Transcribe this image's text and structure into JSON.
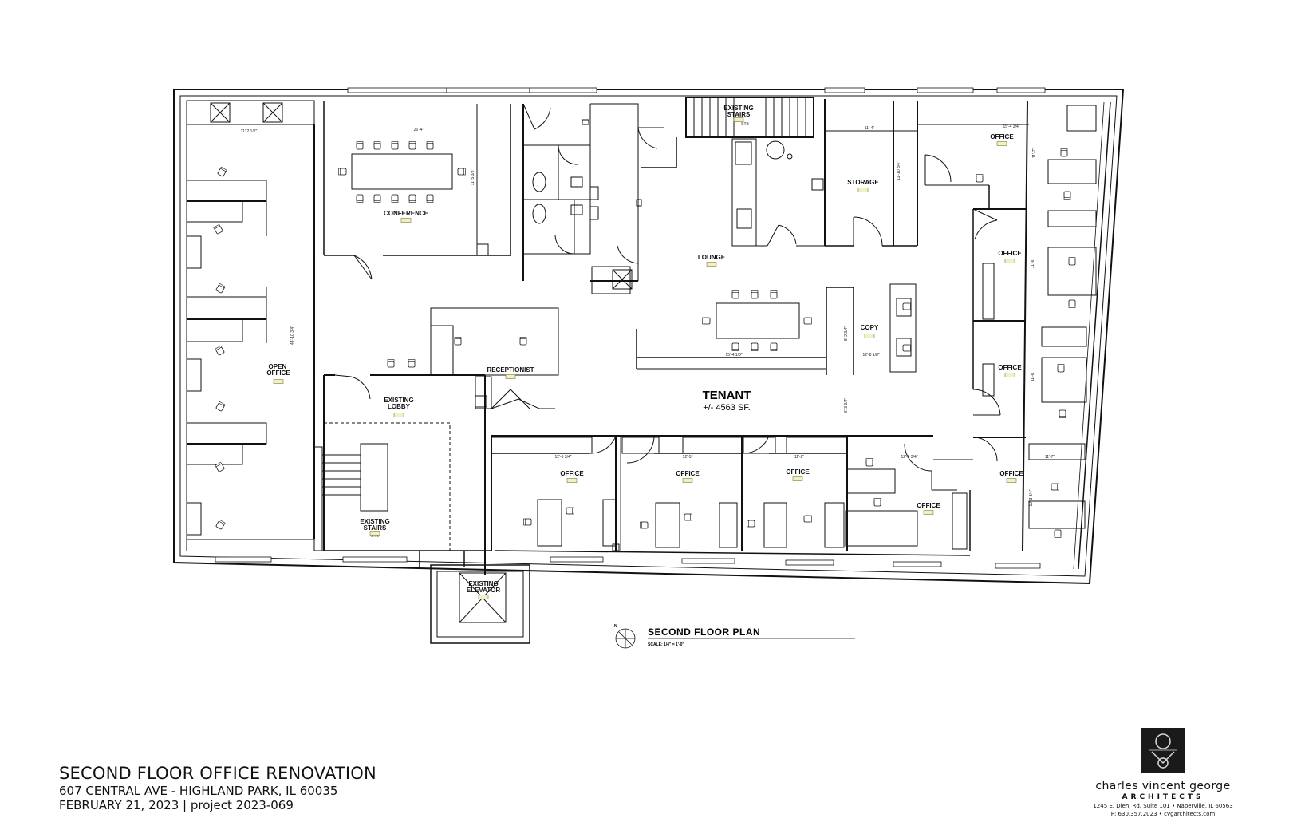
{
  "rooms": {
    "conference": "CONFERENCE",
    "open_office": "OPEN OFFICE",
    "existing_lobby": "EXISTING LOBBY",
    "existing_stairs_north": "EXISTING STAIRS",
    "existing_stairs_south": "EXISTING STAIRS",
    "existing_elevator": "EXISTING ELEVATOR",
    "receptionist": "RECEPTIONIST",
    "lounge": "LOUNGE",
    "storage": "STORAGE",
    "copy": "COPY",
    "office": "OFFICE"
  },
  "tenant": {
    "label": "TENANT",
    "area": "+/- 4563 SF."
  },
  "dimensions": {
    "open_office_w": "11'-2 1/2\"",
    "open_office_h": "44'-10 3/4\"",
    "conference_w": "26'-4\"",
    "conference_h": "11'-5 3/8\"",
    "storage_w": "11'-4\"",
    "storage_h": "11'-10 3/4\"",
    "office_ne_w": "15'-4 3/4\"",
    "office_ne_h": "11'-7\"",
    "office_e1_h": "11'-6\"",
    "office_e2_h": "11'-6\"",
    "office_se_w": "11'-7\"",
    "office_se_h": "12'-3 3/4\"",
    "office_s1_w": "12'-6 3/4\"",
    "office_s2_w": "12'-5\"",
    "office_s3_w": "11'-2\"",
    "office_s4_w": "12'-3 3/4\"",
    "lounge_w": "15'-4 1/8\"",
    "copy_w": "12'-8 1/8\"",
    "copy_h": "8'-2 3/4\"",
    "tenant_h": "6'-3 3/4\"",
    "stair_mark_n": "STB",
    "stair_mark_s": "STB"
  },
  "plan_title": "SECOND FLOOR PLAN",
  "plan_scale": "SCALE: 1/4\" = 1'-0\"",
  "north_label": "N",
  "project": {
    "title": "SECOND FLOOR OFFICE RENOVATION",
    "address": "607 CENTRAL AVE - HIGHLAND PARK, IL 60035",
    "date": "FEBRUARY 21, 2023 | project 2023-069"
  },
  "firm": {
    "name": "charles vincent george",
    "subtitle": "ARCHITECTS",
    "address": "1245 E. Diehl Rd. Suite 101 • Naperville, IL  60563",
    "contact": "P: 630.357.2023 • cvgarchitects.com"
  },
  "colors": {
    "line": "#111111",
    "tag_fill": "#f3f0c8",
    "tag_stroke": "#7a7a2a"
  }
}
